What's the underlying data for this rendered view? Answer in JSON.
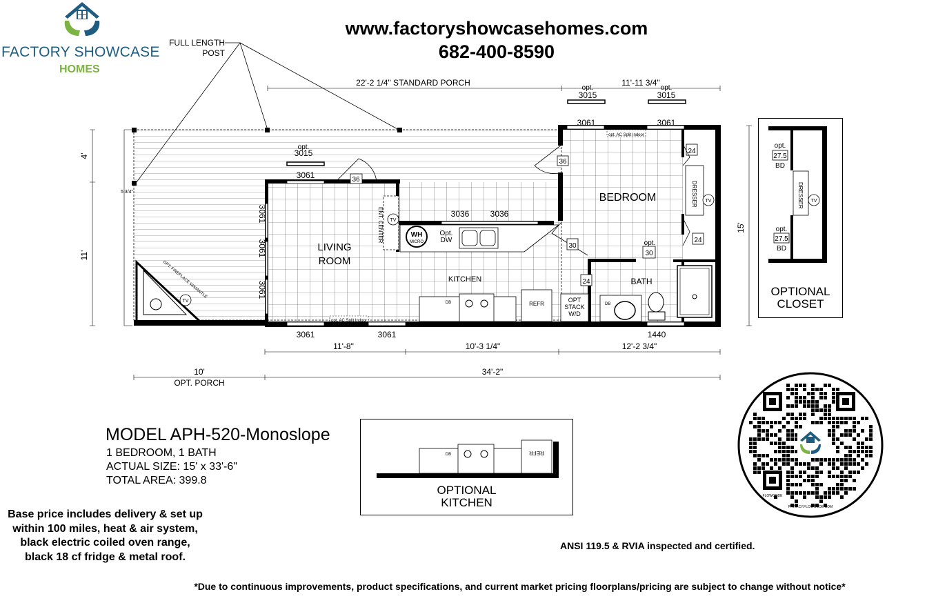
{
  "brand": {
    "name": "FACTORY SHOWCASE",
    "sub": "HOMES",
    "colors": {
      "primary": "#1f5d80",
      "accent": "#7cb342"
    }
  },
  "header": {
    "website": "www.factoryshowcasehomes.com",
    "phone": "682-400-8590"
  },
  "floorplan": {
    "full_length_post_1": "FULL LENGTH",
    "full_length_post_2": "POST",
    "dim_porch": "22'-2 1/4\" STANDARD PORCH",
    "dim_top_right": "11'-11 3/4\"",
    "dim_4": "4'",
    "dim_11": "11'",
    "dim_5_3_4": "5 3/4\"",
    "dim_15": "15'",
    "dim_bottom_1": "11'-8\"",
    "dim_bottom_2": "10'-3 1/4\"",
    "dim_bottom_3": "12'-2 3/4\"",
    "dim_10": "10'",
    "opt_porch": "OPT. PORCH",
    "dim_total": "34'-2\"",
    "opt": "opt.",
    "win_3015": "3015",
    "win_3061": "3061",
    "win_3036": "3036",
    "win_1440": "1440",
    "ac_split": "opt. AC Split Indoor",
    "living_room_1": "LIVING",
    "living_room_2": "ROOM",
    "kitchen": "KITCHEN",
    "bedroom": "BEDROOM",
    "bath": "BATH",
    "dresser": "DRESSER",
    "ent_center": "ENT. CENTER",
    "tv": "TV",
    "wh": "WH",
    "micro": "MICRO",
    "opt_dw_1": "Opt.",
    "opt_dw_2": "DW",
    "refr": "REFR",
    "db": "DB",
    "opt_stack_1": "OPT",
    "opt_stack_2": "STACK",
    "opt_stack_3": "W/D",
    "door_36": "36",
    "door_30": "30",
    "door_24": "24",
    "fireplace": "OPT. FIREPLACE W/MANTLE",
    "bd_27_5": "27.5",
    "bd": "BD"
  },
  "optional_kitchen": {
    "line1": "OPTIONAL",
    "line2": "KITCHEN"
  },
  "optional_closet": {
    "line1": "OPTIONAL",
    "line2": "CLOSET"
  },
  "model": {
    "title": "MODEL APH-520-Monoslope",
    "beds_baths": "1 BEDROOM, 1 BATH",
    "actual_size": "ACTUAL SIZE:  15' x 33'-6\"",
    "total_area": "TOTAL AREA: 399.8"
  },
  "base_price": "Base price includes delivery & set up within 100 miles, heat & air system, black electric coiled oven range, black 18 cf fridge & metal roof.",
  "certified": "ANSI 119.5 & RVIA inspected and certified.",
  "disclaimer": "*Due to continuous improvements, product specifications, and current market pricing floorplans/pricing are subject to change without notice*",
  "qr": {
    "brand": "FLOWCODE",
    "privacy": "PRIVACY.FLOWCODE.COM"
  }
}
